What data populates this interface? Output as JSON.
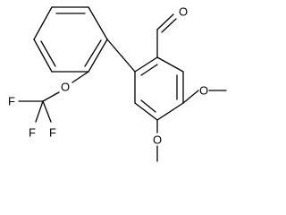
{
  "molecule": {
    "atoms": {
      "aldehyde_o": "O",
      "ether_o": "O",
      "methoxy_o_upper": "O",
      "methoxy_o_lower": "O",
      "f_left": "F",
      "f_bottom_left": "F",
      "f_bottom_right": "F"
    }
  }
}
